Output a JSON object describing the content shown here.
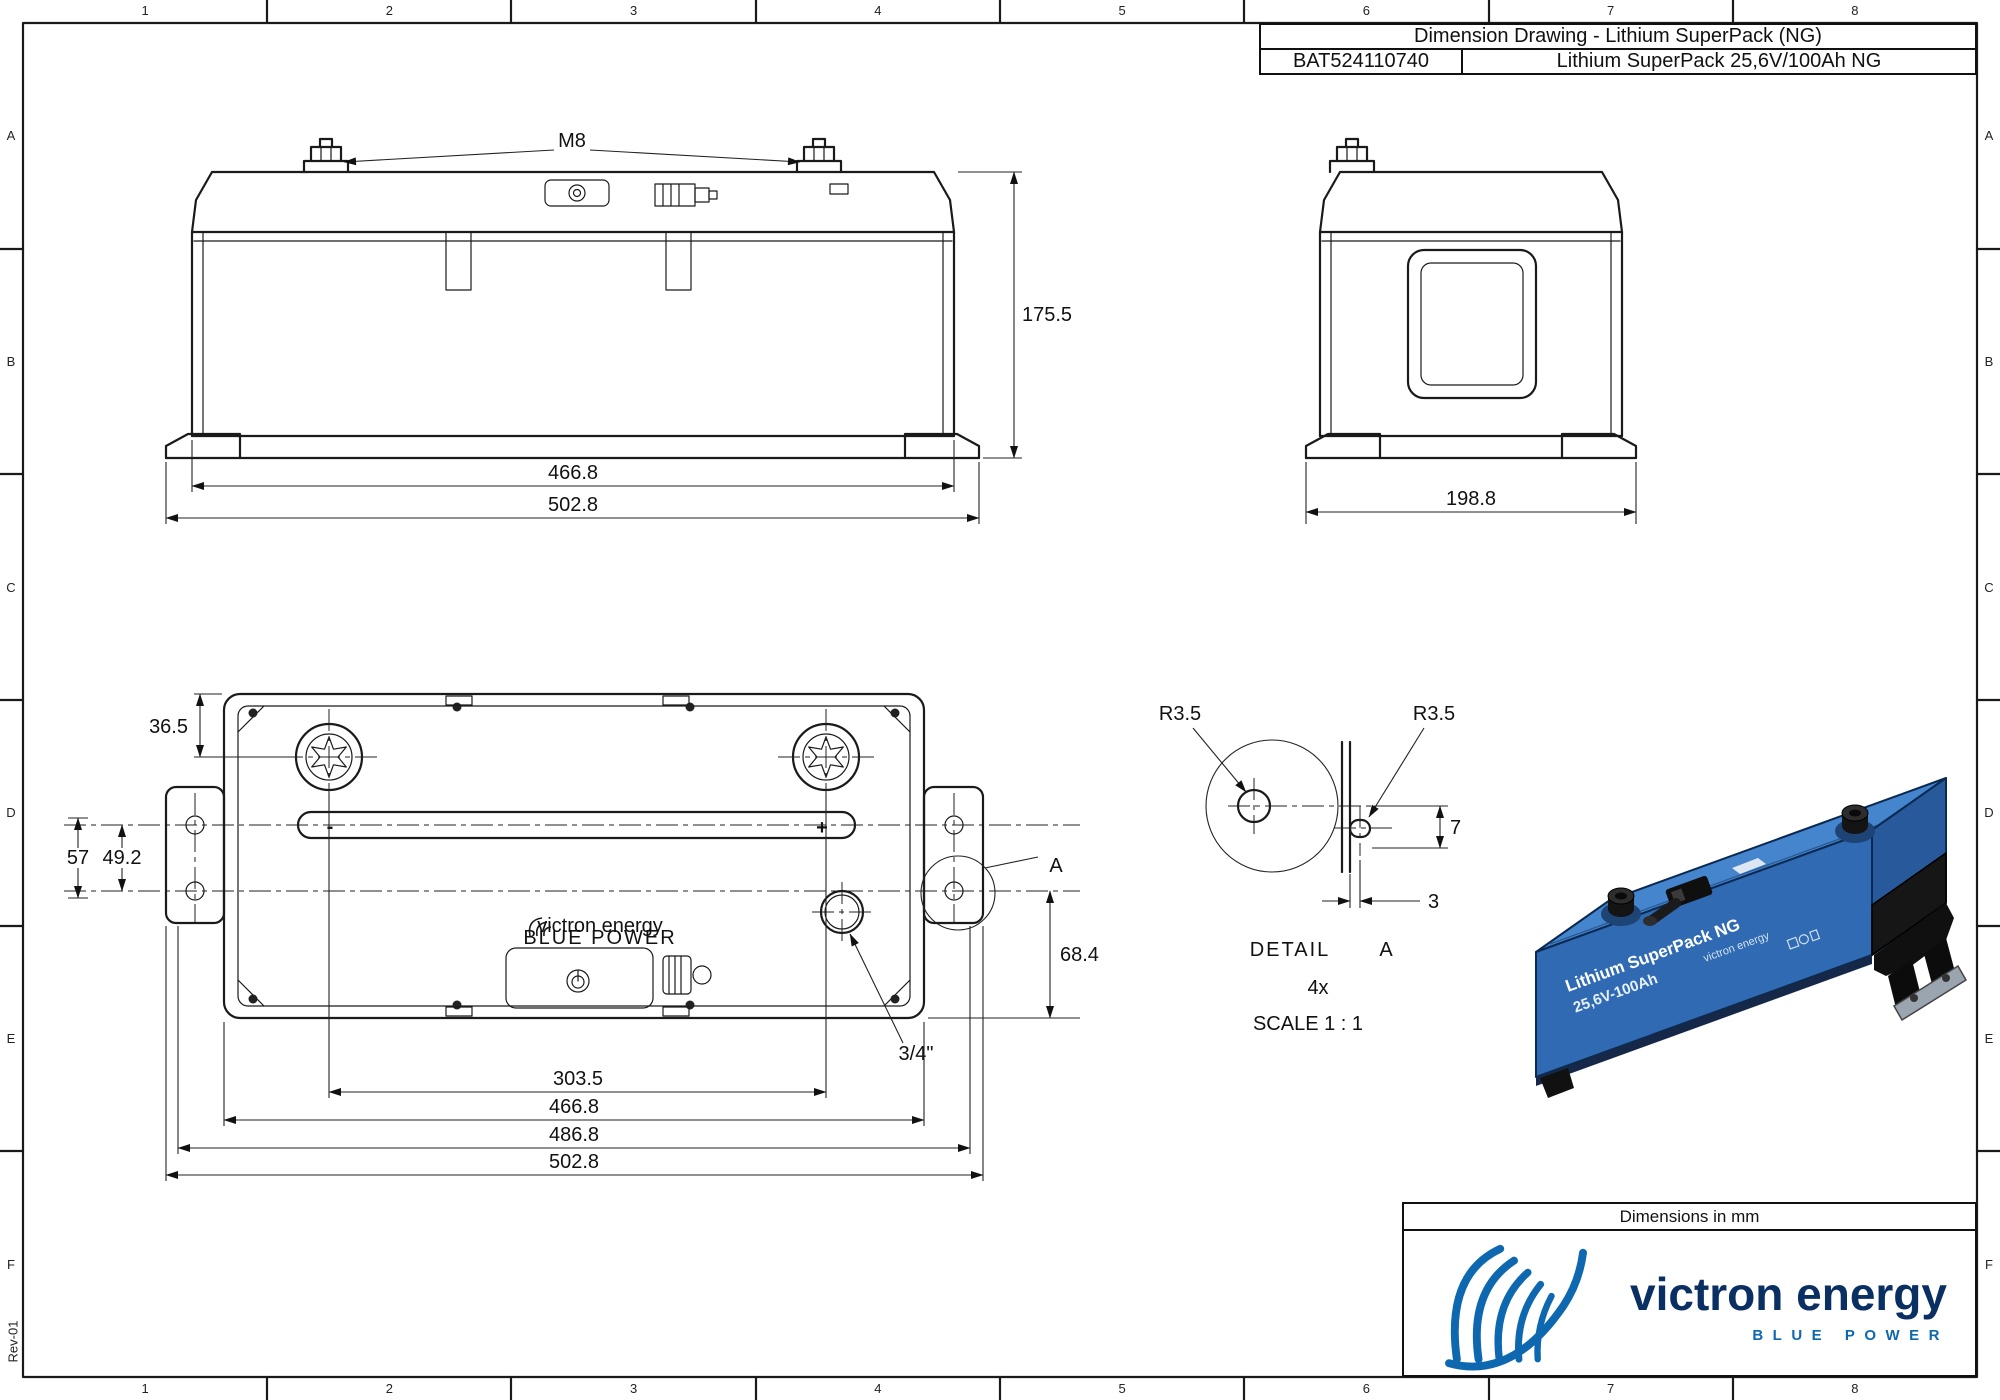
{
  "sheet": {
    "grid_cols": [
      "1",
      "2",
      "3",
      "4",
      "5",
      "6",
      "7",
      "8"
    ],
    "grid_rows": [
      "A",
      "B",
      "C",
      "D",
      "E",
      "F"
    ],
    "rev": "Rev-01"
  },
  "title_block": {
    "title": "Dimension Drawing - Lithium SuperPack (NG)",
    "part_number": "BAT524110740",
    "part_name": "Lithium SuperPack 25,6V/100Ah NG"
  },
  "front_view": {
    "terminal_label": "M8",
    "dim_height": "175.5",
    "dim_width_body": "466.8",
    "dim_width_overall": "502.8"
  },
  "side_view": {
    "dim_depth": "198.8"
  },
  "top_view": {
    "dim_top_offset": "36.5",
    "dim_flange_span": "57",
    "dim_hole_pitch": "49.2",
    "dim_bottom_offset": "68.4",
    "dim_screw_pitch": "303.5",
    "dim_body": "466.8",
    "dim_hole_span": "486.8",
    "dim_overall": "502.8",
    "hole_label": "3/4\"",
    "detail_callout": "A",
    "terminal_minus": "-",
    "terminal_plus": "+",
    "brand": "victron energy",
    "brand_sub": "BLUE POWER"
  },
  "detail_view": {
    "radius_left": "R3.5",
    "radius_right": "R3.5",
    "dim_slot_length": "7",
    "dim_slot_width": "3",
    "title": "DETAIL",
    "title_ref": "A",
    "quantity": "4x",
    "scale_note": "SCALE 1 : 1"
  },
  "iso_view": {
    "label_line1": "Lithium SuperPack NG",
    "label_line2": "25,6V-100Ah",
    "brand": "victron energy"
  },
  "footer": {
    "units_note": "Dimensions in mm",
    "brand": "victron energy",
    "brand_sub": "BLUE POWER"
  },
  "colors": {
    "line": "#1a1a1a",
    "battery_top": "#4585cd",
    "battery_side": "#2f6ab2",
    "battery_end": "#27599b",
    "brand_mark_blue": "#0e68b0",
    "brand_text_blue": "#0a2f63"
  }
}
